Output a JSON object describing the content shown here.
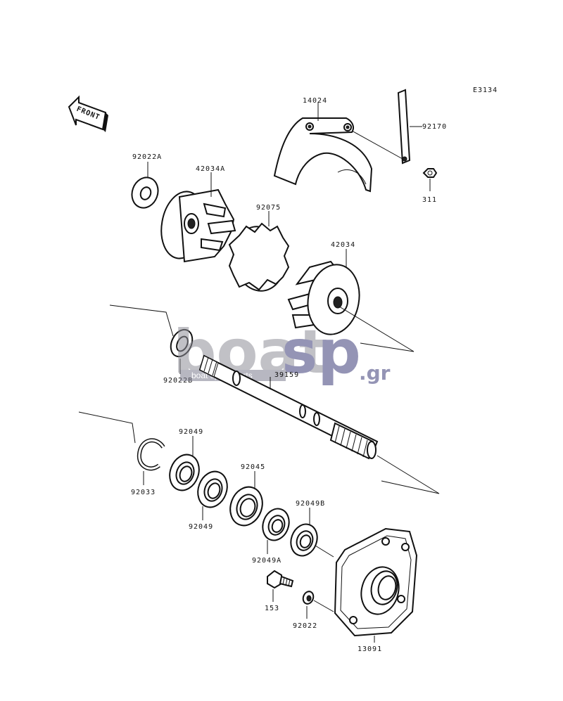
{
  "diagram_code": "E3134",
  "front_label": "FRONT",
  "watermark": {
    "brand_left": "boat",
    "brand_right": "sp",
    "tld": ".gr",
    "tagline": "boat spare parts"
  },
  "parts": {
    "cover": "14024",
    "strap": "92170",
    "nut": "311",
    "washer_top": "92022A",
    "coupling_front": "42034A",
    "damper": "92075",
    "coupling_rear": "42034",
    "washer_mid": "92022B",
    "shaft": "39159",
    "circlip": "92033",
    "bearing_a": "92049",
    "bearing_b": "92049",
    "spacer": "92045",
    "seal_a": "92049A",
    "seal_b": "92049B",
    "bolt": "153",
    "washer_small": "92022",
    "housing": "13091"
  }
}
